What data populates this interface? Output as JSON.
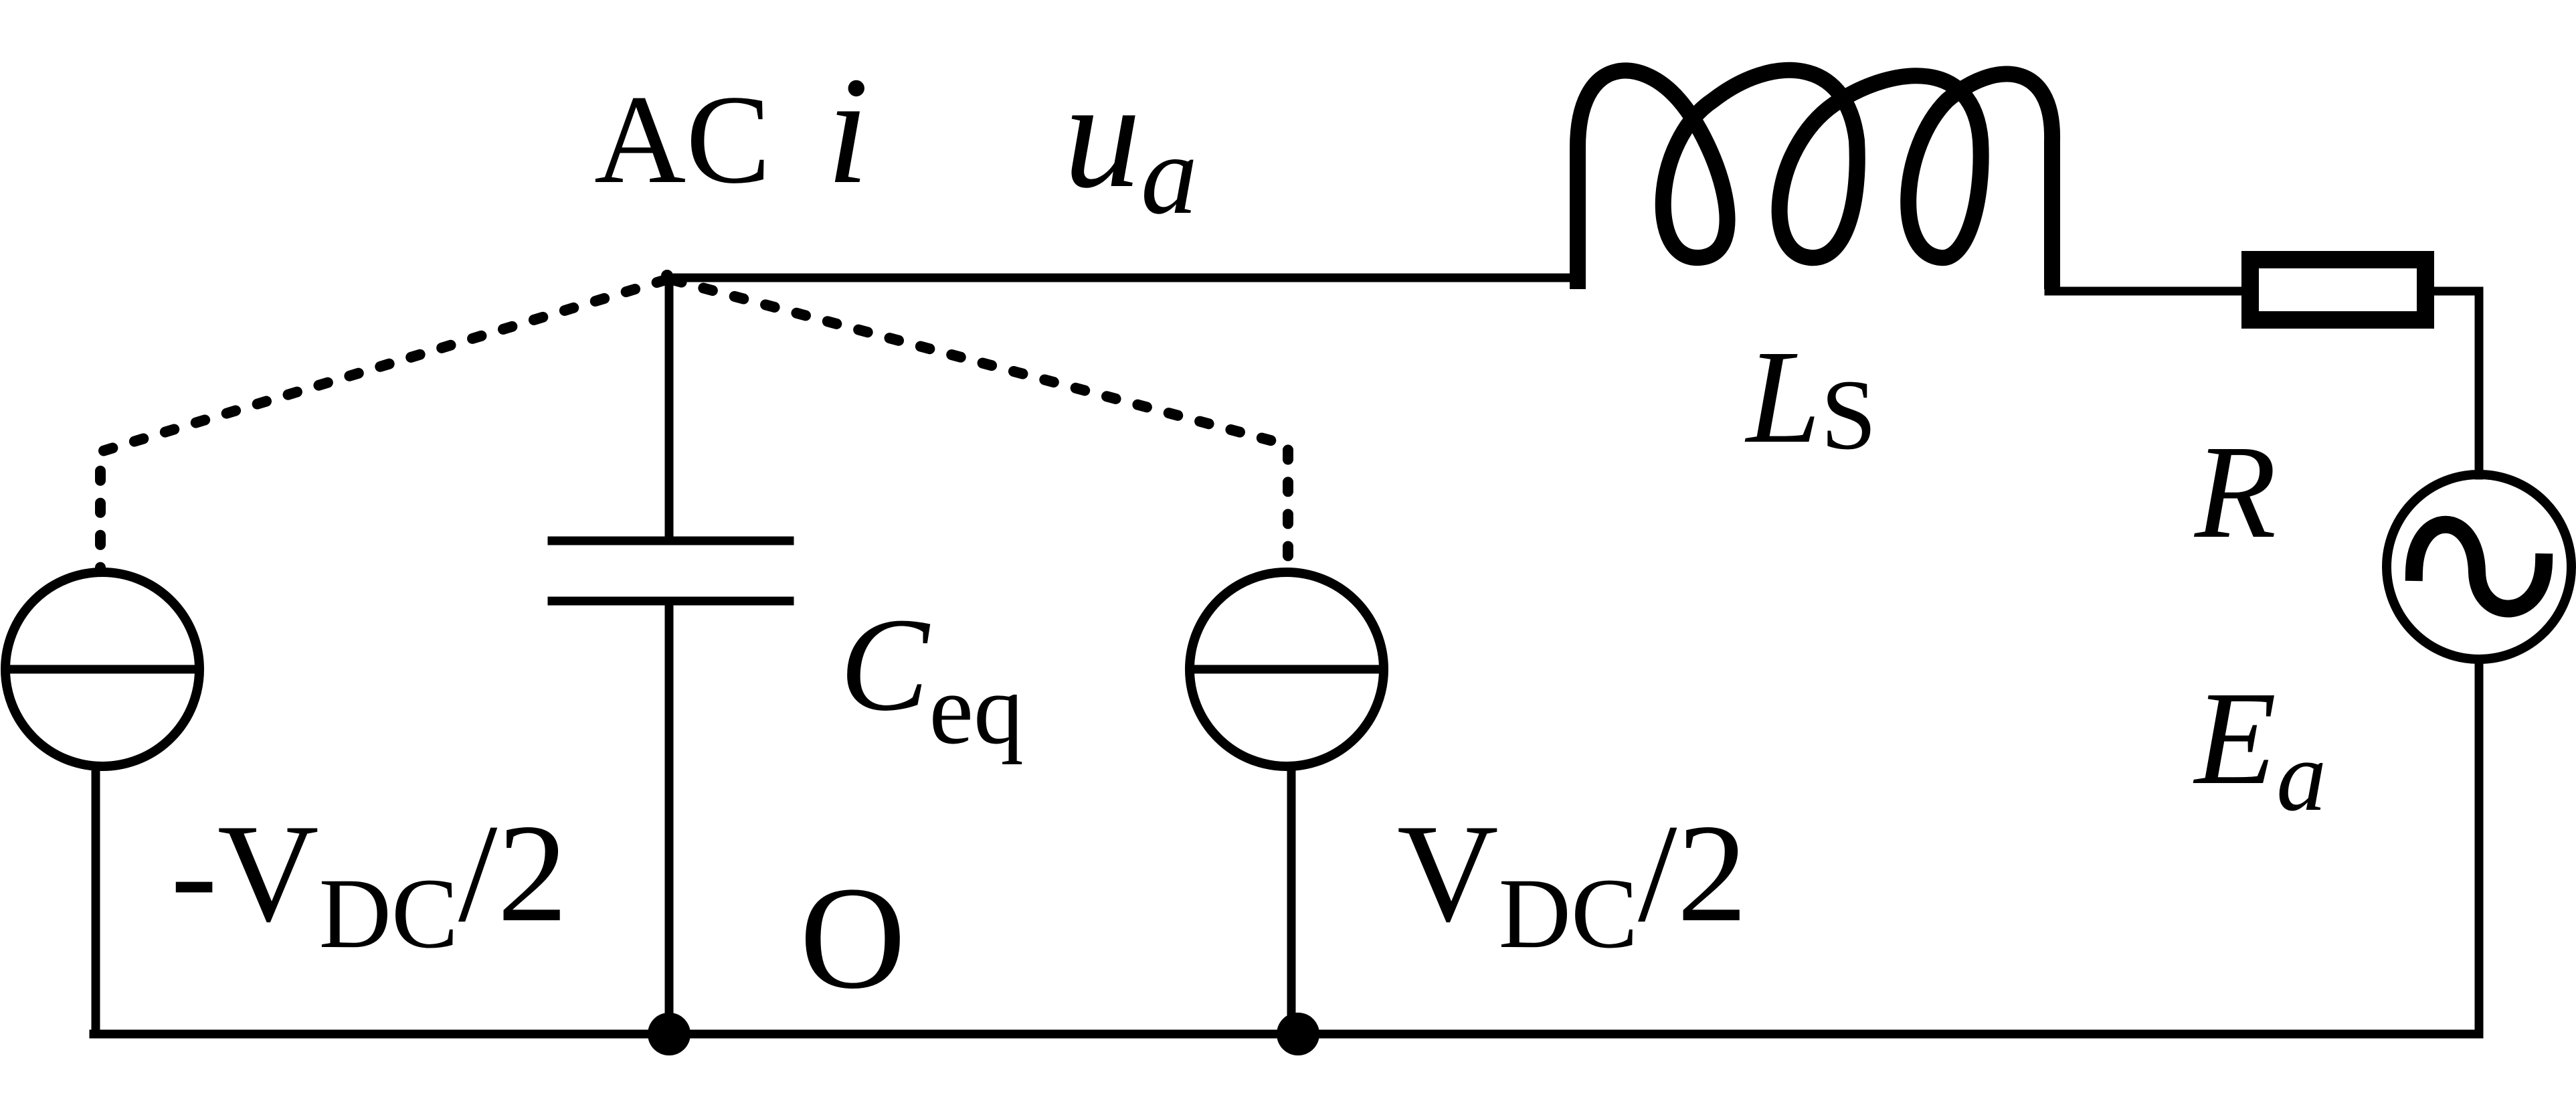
{
  "colors": {
    "background": "#ffffff",
    "ink": "#000000"
  },
  "labels": {
    "node_ac": "AC",
    "current_symbol": "i",
    "voltage_main": "u",
    "voltage_sub": "a",
    "inductor_main": "L",
    "inductor_sub": "S",
    "resistor": "R",
    "capacitor_main": "C",
    "capacitor_sub": "eq",
    "source_left_sign": "-V",
    "source_left_sub": "DC",
    "source_left_tail": "/2",
    "node_o": "O",
    "source_right_main": "V",
    "source_right_sub": "DC",
    "source_right_tail": "/2",
    "emf_main": "E",
    "emf_sub": "a"
  },
  "icons": {
    "ac_source": "sine-wave-source-icon",
    "dc_source_left": "dc-voltage-source-icon",
    "dc_source_right": "dc-voltage-source-icon"
  }
}
